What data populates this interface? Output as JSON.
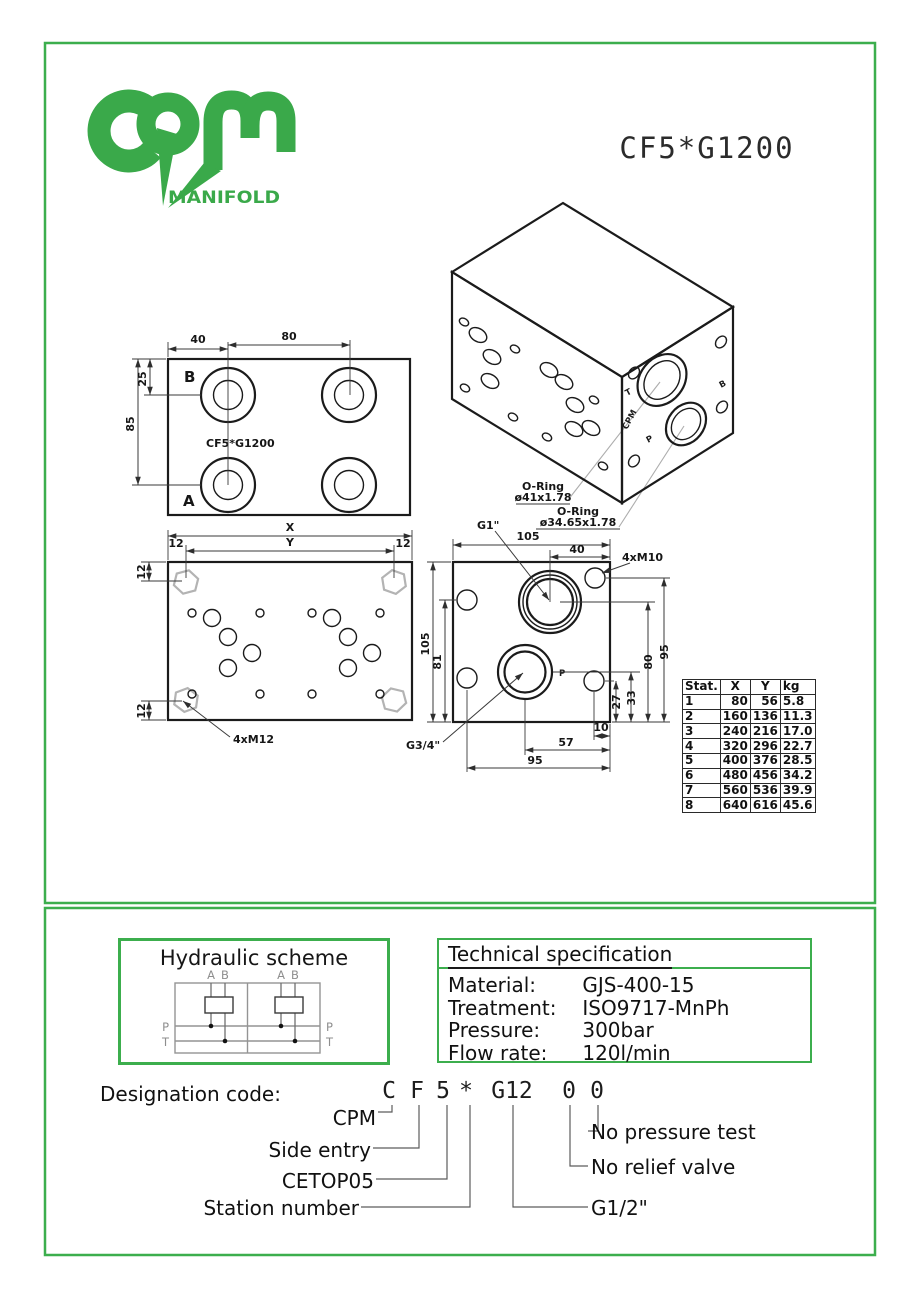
{
  "colors": {
    "green": "#3cae4d",
    "line": "#1b1b1b",
    "gray_leader": "#adadad"
  },
  "header": {
    "logo_word": "MANIFOLD",
    "doc_code": "CF5*G1200"
  },
  "top_view": {
    "label_b": "B",
    "label_a": "A",
    "part_no": "CF5*G1200",
    "dim_40": "40",
    "dim_80": "80",
    "dim_25": "25",
    "dim_85": "85"
  },
  "plan_view": {
    "dim_x": "X",
    "dim_y": "Y",
    "dim_12_left": "12",
    "dim_12_right": "12",
    "dim_12_top": "12",
    "dim_12_bottom": "12",
    "thread": "4xM12"
  },
  "side_view": {
    "dim_105_top": "105",
    "dim_40": "40",
    "thread": "4xM10",
    "dim_105_left": "105",
    "dim_81": "81",
    "dim_95_right": "95",
    "dim_80": "80",
    "dim_33": "33",
    "dim_27": "27",
    "dim_10": "10",
    "dim_57": "57",
    "dim_95_bottom": "95",
    "port_top": "G1\"",
    "port_bottom": "G3/4\"",
    "port_p": "P"
  },
  "orings": {
    "label1": "O-Ring",
    "size1": "ø41x1.78",
    "label2": "O-Ring",
    "size2": "ø34.65x1.78"
  },
  "iso_view": {
    "mark_t": "T",
    "mark_p": "P",
    "mark_cpm": "CPM",
    "mark_b": "B"
  },
  "stations_table": {
    "headers": [
      "Stat.",
      "X",
      "Y",
      "kg"
    ],
    "rows": [
      [
        "1",
        "80",
        "56",
        "5.8"
      ],
      [
        "2",
        "160",
        "136",
        "11.3"
      ],
      [
        "3",
        "240",
        "216",
        "17.0"
      ],
      [
        "4",
        "320",
        "296",
        "22.7"
      ],
      [
        "5",
        "400",
        "376",
        "28.5"
      ],
      [
        "6",
        "480",
        "456",
        "34.2"
      ],
      [
        "7",
        "560",
        "536",
        "39.9"
      ],
      [
        "8",
        "640",
        "616",
        "45.6"
      ]
    ]
  },
  "hydraulic": {
    "title": "Hydraulic scheme",
    "labels": {
      "a1": "A",
      "b1": "B",
      "a2": "A",
      "b2": "B",
      "p_left": "P",
      "t_left": "T",
      "p_right": "P",
      "t_right": "T"
    }
  },
  "spec": {
    "title": "Technical specification",
    "rows": [
      {
        "label": "Material:",
        "value": "GJS-400-15"
      },
      {
        "label": "Treatment:",
        "value": "ISO9717-MnPh"
      },
      {
        "label": "Pressure:",
        "value": "300bar"
      },
      {
        "label": "Flow rate:",
        "value": "120l/min"
      }
    ]
  },
  "designation": {
    "label": "Designation code:",
    "code": [
      "C",
      "F",
      "5",
      "*",
      "G12",
      "0",
      "0"
    ],
    "left_callouts": [
      "CPM",
      "Side entry",
      "CETOP05",
      "Station number"
    ],
    "right_callouts": [
      "No pressure test",
      "No relief valve",
      "G1/2\""
    ]
  }
}
